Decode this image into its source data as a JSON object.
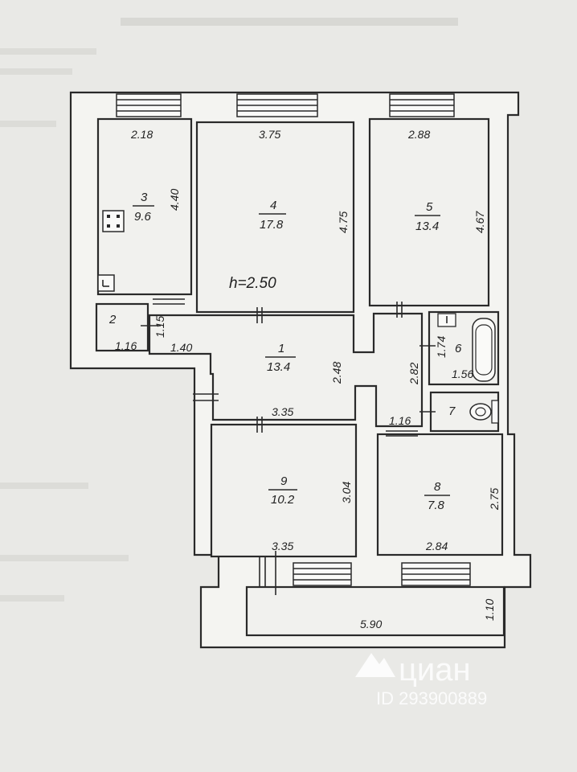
{
  "plan": {
    "ceiling_height": "h=2.50",
    "rooms": [
      {
        "id": "3",
        "number": "3",
        "area": "9.6",
        "width": "2.18",
        "depth": "4.40"
      },
      {
        "id": "4",
        "number": "4",
        "area": "17.8",
        "width": "3.75",
        "depth": "4.75"
      },
      {
        "id": "5",
        "number": "5",
        "area": "13.4",
        "width": "2.88",
        "depth": "4.67"
      },
      {
        "id": "2",
        "number": "2",
        "width": "1.16",
        "depth": "1.15"
      },
      {
        "id": "1",
        "number": "1",
        "area": "13.4",
        "width": "1.40",
        "depth": "2.48",
        "bottom_width": "3.35",
        "side_depth": "2.82",
        "side_width": "1.16"
      },
      {
        "id": "6",
        "number": "6",
        "width": "1.56",
        "depth": "1.74"
      },
      {
        "id": "7",
        "number": "7"
      },
      {
        "id": "9",
        "number": "9",
        "area": "10.2",
        "width": "3.35",
        "depth": "3.04"
      },
      {
        "id": "8",
        "number": "8",
        "area": "7.8",
        "width": "2.84",
        "depth": "2.75"
      }
    ],
    "balcony": {
      "width": "5.90",
      "depth": "1.10"
    }
  },
  "watermark": {
    "brand": "циан",
    "id_text": "ID 293900889"
  },
  "colors": {
    "paper": "#e9e9e6",
    "line": "#2a2a2a"
  }
}
